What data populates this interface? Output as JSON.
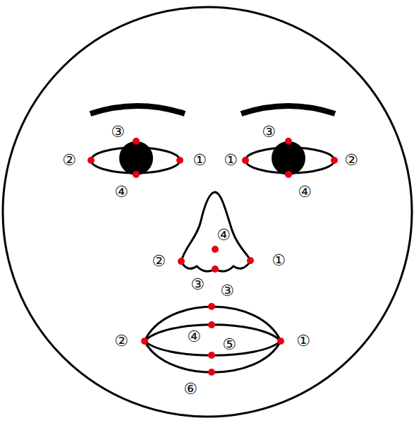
{
  "diagram": {
    "labels": [
      "③",
      "③",
      "②",
      "①",
      "①",
      "②",
      "④",
      "④",
      "④",
      "②",
      "①",
      "③",
      "③",
      "②",
      "④",
      "⑤",
      "①",
      "⑥"
    ]
  }
}
